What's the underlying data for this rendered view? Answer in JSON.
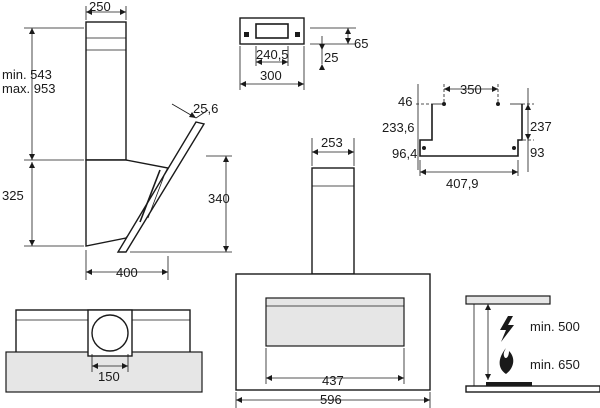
{
  "dimensions": {
    "side_top_width": "250",
    "side_chimney_min": "min. 543",
    "side_chimney_max": "max. 953",
    "side_canopy_height": "325",
    "side_tilt": "25,6",
    "side_glass_height": "340",
    "side_depth": "400",
    "bracket_width_inner": "240,5",
    "bracket_width_outer": "300",
    "bracket_height": "65",
    "bracket_offset": "25",
    "plan_top_width": "350",
    "plan_left_upper": "46",
    "plan_left_mid": "233,6",
    "plan_left_lower": "96,4",
    "plan_right_upper": "237",
    "plan_right_lower": "93",
    "plan_bottom_width": "407,9",
    "top_outlet": "150",
    "front_chimney_width": "253",
    "front_inner_width": "437",
    "front_total_width": "596",
    "clearance_electric": "min. 500",
    "clearance_gas": "min. 650"
  },
  "icons": [
    "lightning-icon",
    "flame-icon"
  ]
}
